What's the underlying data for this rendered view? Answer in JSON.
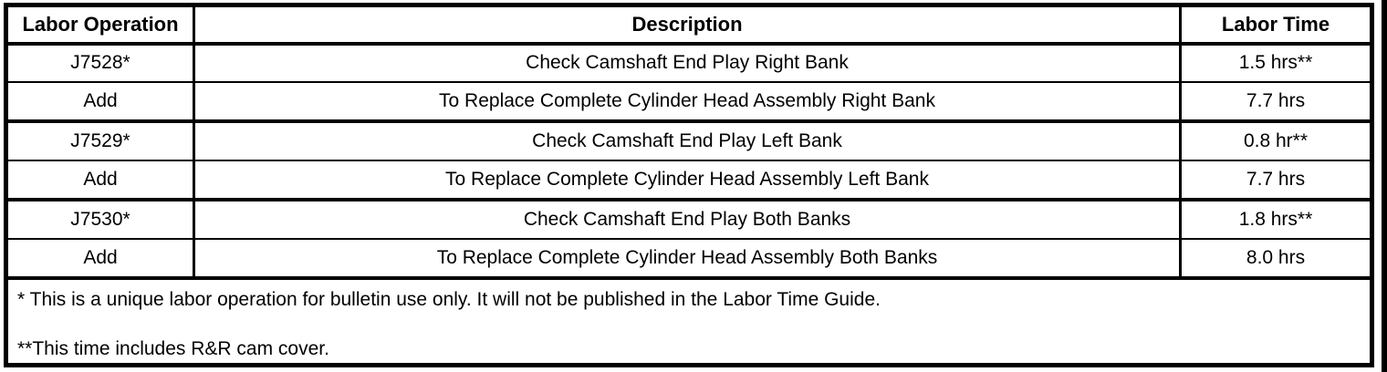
{
  "colors": {
    "border": "#000000",
    "background": "#ffffff",
    "text": "#000000"
  },
  "table": {
    "columns": [
      "Labor Operation",
      "Description",
      "Labor Time"
    ],
    "rows": [
      {
        "op": "J7528*",
        "desc": "Check Camshaft End Play Right Bank",
        "time": "1.5 hrs**"
      },
      {
        "op": "Add",
        "desc": "To Replace Complete Cylinder Head Assembly Right Bank",
        "time": "7.7 hrs"
      },
      {
        "op": "J7529*",
        "desc": "Check Camshaft End Play Left Bank",
        "time": "0.8 hr**"
      },
      {
        "op": "Add",
        "desc": "To Replace Complete Cylinder Head Assembly Left Bank",
        "time": "7.7 hrs"
      },
      {
        "op": "J7530*",
        "desc": "Check Camshaft End Play Both Banks",
        "time": "1.8 hrs**"
      },
      {
        "op": "Add",
        "desc": "To Replace Complete Cylinder Head Assembly Both Banks",
        "time": "8.0 hrs"
      }
    ],
    "footnotes": [
      "* This is a unique labor operation for bulletin use only. It will not be published in the Labor Time Guide.",
      "**This time includes R&R cam cover."
    ]
  }
}
